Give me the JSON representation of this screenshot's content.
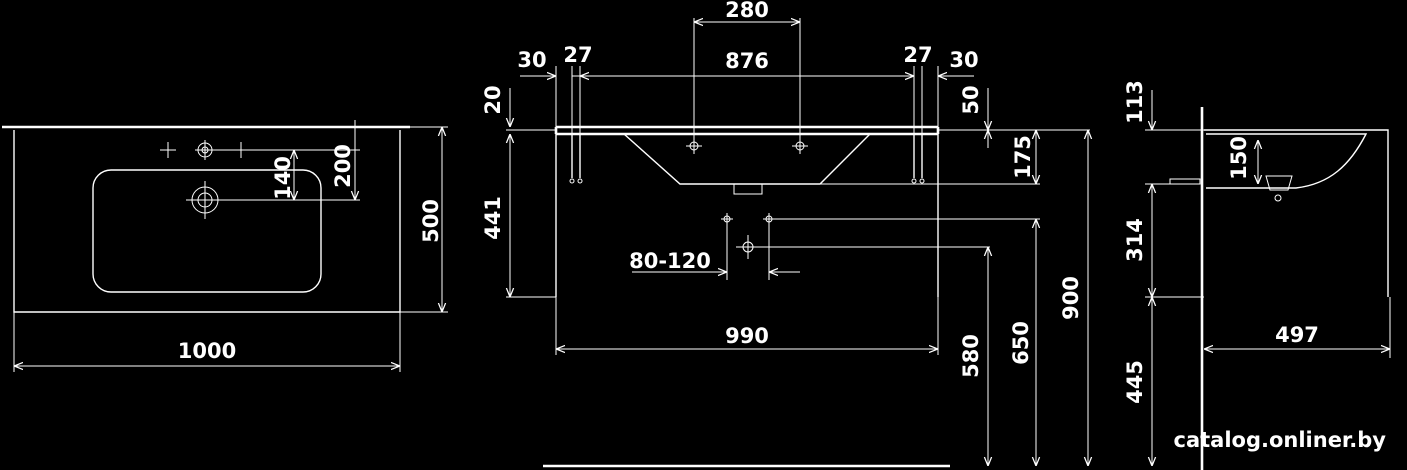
{
  "dimensions": {
    "front_total_width": "1000",
    "front_depth": "500",
    "basin_tap_offset": "200",
    "basin_hole_offset": "140",
    "tap_spacing": "280",
    "inner_width": "876",
    "left_edge": "30",
    "left_bracket": "27",
    "right_bracket": "27",
    "right_edge": "30",
    "top_thickness": "20",
    "side_thickness": "50",
    "bowl_depth": "175",
    "cabinet_height": "441",
    "drain_range": "80-120",
    "cabinet_width": "990",
    "floor_to_drain": "580",
    "floor_to_top": "650",
    "floor_to_rim": "900",
    "side_top": "113",
    "side_bowl": "150",
    "side_cabinet": "314",
    "side_leg": "445",
    "side_depth": "497"
  },
  "watermark": "catalog.onliner.by"
}
